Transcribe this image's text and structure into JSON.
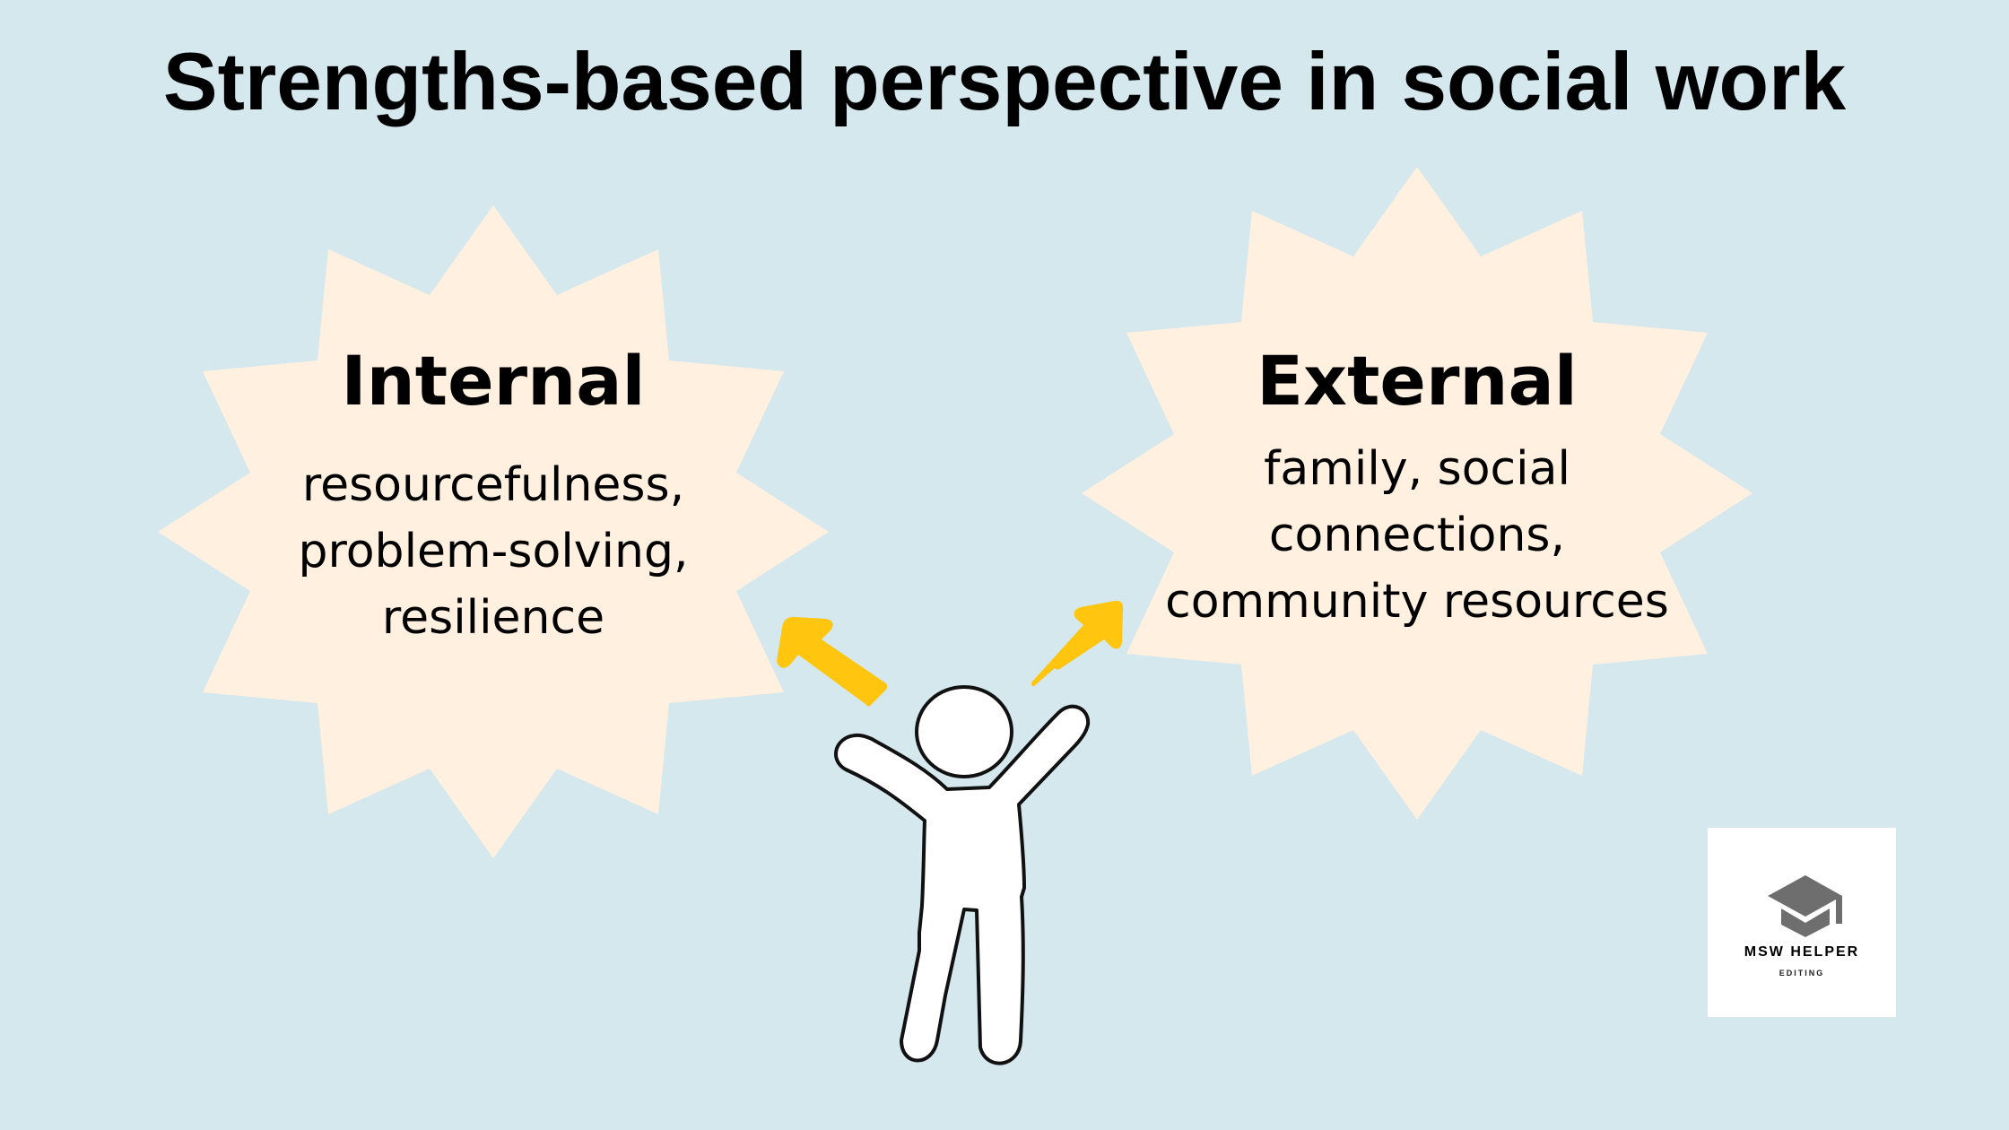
{
  "title": "Strengths-based perspective in social work",
  "colors": {
    "background": "#d4e8ee",
    "star_fill": "#fff0e0",
    "arrow": "#ffc50f",
    "figure_fill": "#ffffff",
    "figure_stroke": "#111111",
    "logo_icon": "#6e6e6e"
  },
  "internal": {
    "heading": "Internal",
    "lines": [
      "resourcefulness,",
      "problem-solving,",
      "resilience"
    ]
  },
  "external": {
    "heading": "External",
    "lines": [
      "family, social",
      "connections,",
      "community resources"
    ]
  },
  "figure": {
    "icon": "person-arms-raised-icon"
  },
  "arrows": [
    {
      "icon": "arrow-up-left-icon",
      "target": "Internal"
    },
    {
      "icon": "arrow-up-right-icon",
      "target": "External"
    }
  ],
  "logo": {
    "icon": "graduation-cap-icon",
    "name": "MSW HELPER",
    "subtitle": "EDITING"
  }
}
